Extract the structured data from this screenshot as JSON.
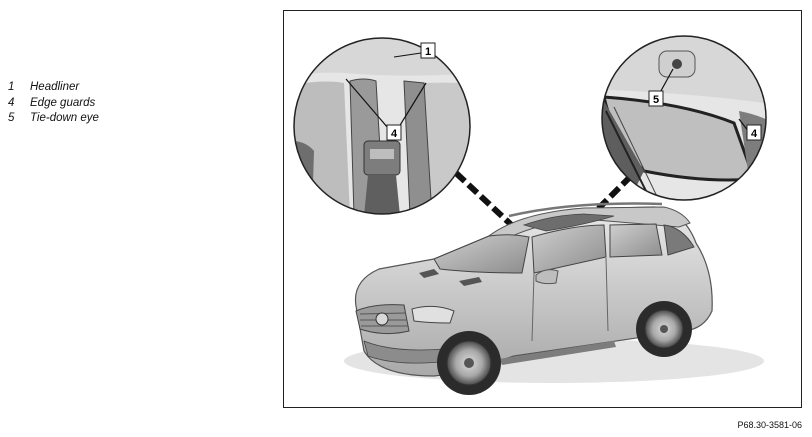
{
  "legend": [
    {
      "num": "1",
      "label": "Headliner"
    },
    {
      "num": "4",
      "label": "Edge guards"
    },
    {
      "num": "5",
      "label": "Tie-down eye"
    }
  ],
  "callouts": {
    "c1": "1",
    "c4_left": "4",
    "c5": "5",
    "c4_right": "4"
  },
  "figure_code": "P68.30-3581-06"
}
